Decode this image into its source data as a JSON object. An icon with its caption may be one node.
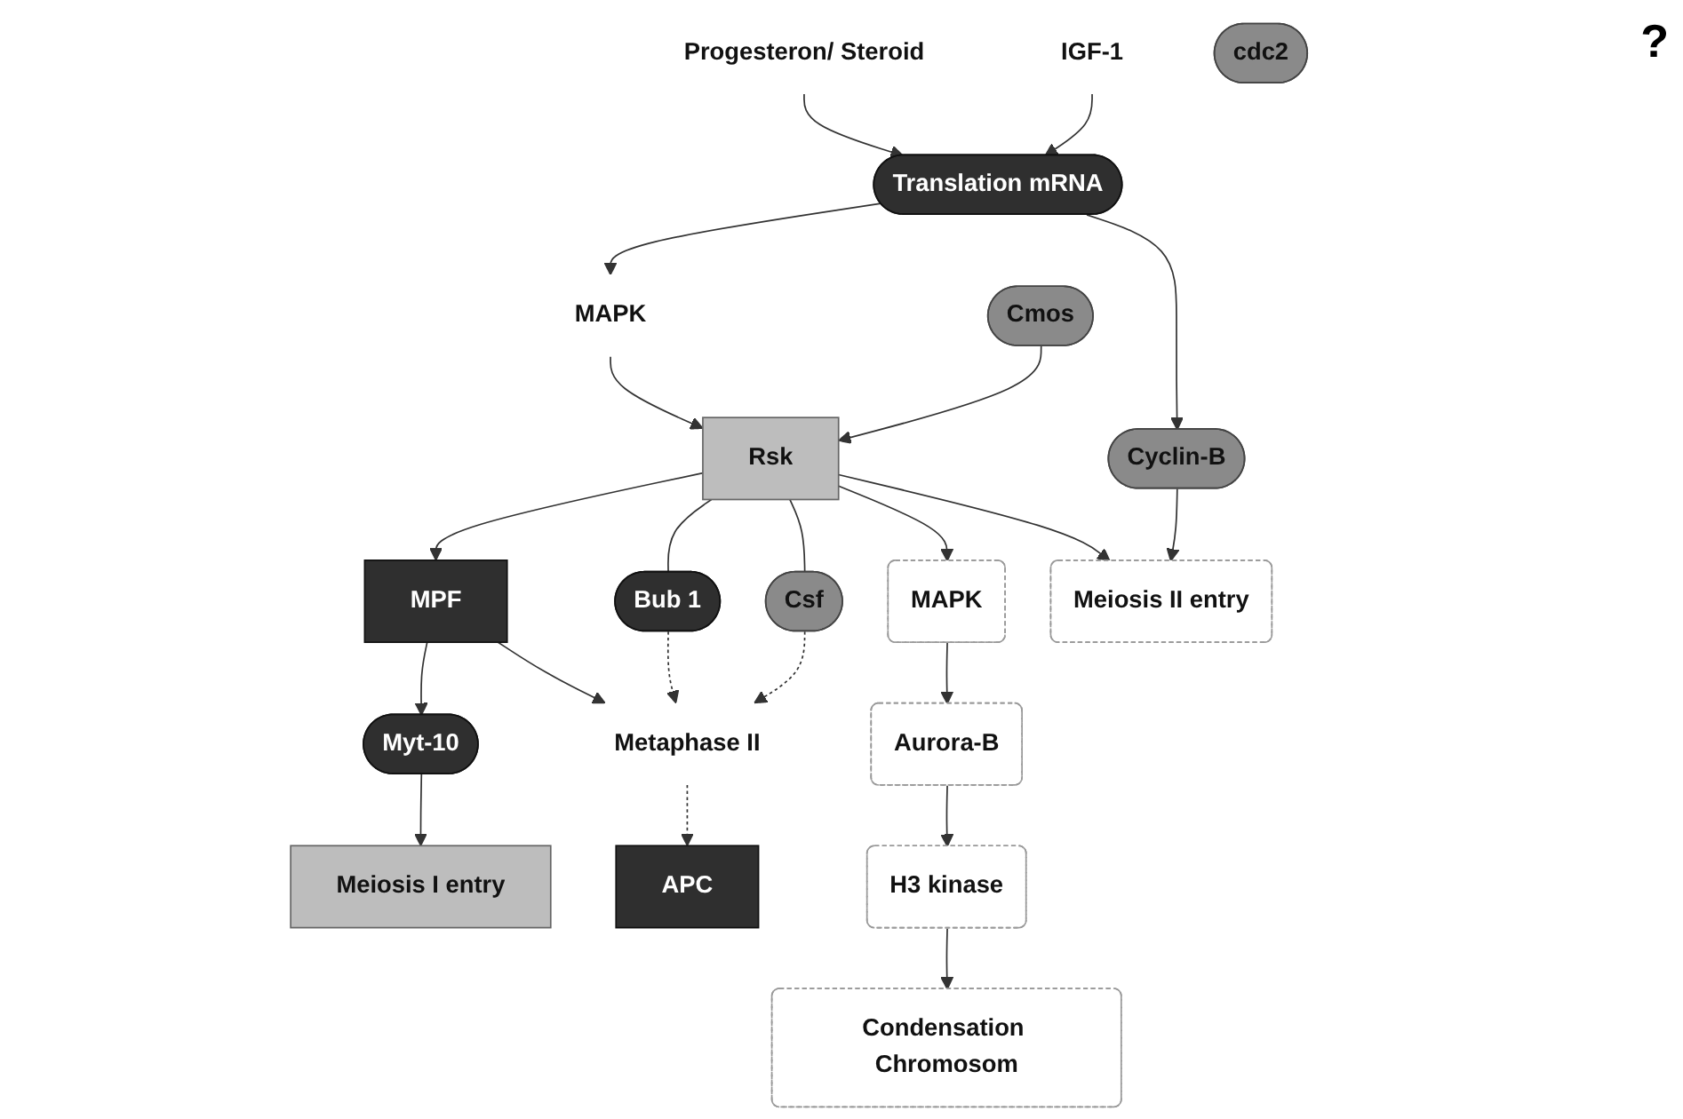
{
  "diagram": {
    "nodes": [
      {
        "text": [
          "Progesteron/ Steroid"
        ]
      },
      {
        "text": [
          "IGF-1"
        ]
      },
      {
        "text": [
          "Translation mRNA"
        ]
      },
      {
        "text": [
          "MAPK"
        ]
      },
      {
        "text": [
          "Myt-10"
        ]
      },
      {
        "text": [
          "Meiosis I entry"
        ]
      },
      {
        "text": [
          "Rsk"
        ]
      },
      {
        "text": [
          "MPF"
        ]
      },
      {
        "text": [
          "Metaphase II"
        ]
      },
      {
        "text": [
          "APC"
        ]
      },
      {
        "text": [
          "Cmos"
        ]
      },
      {
        "text": [
          "Bub 1"
        ]
      },
      {
        "text": [
          "Csf"
        ]
      },
      {
        "text": [
          "MAPK"
        ]
      },
      {
        "text": [
          "Aurora-B"
        ]
      },
      {
        "text": [
          "H3 kinase"
        ]
      },
      {
        "text": [
          "Condensation Chromosom"
        ]
      },
      {
        "text": [
          "Meiosis II entry"
        ]
      },
      {
        "text": [
          "cdc2"
        ]
      },
      {
        "text": [
          "Cyclin-B"
        ]
      }
    ],
    "edges": [
      {
        "from": 0,
        "to": 2,
        "arrow": "to"
      },
      {
        "from": 1,
        "to": 2,
        "arrow": "to"
      },
      {
        "from": 2,
        "to": 3,
        "arrow": "to"
      },
      {
        "from": 3,
        "to": 6,
        "arrow": "to"
      },
      {
        "from": 6,
        "to": 7,
        "arrow": "to"
      },
      {
        "from": 7,
        "to": 4,
        "arrow": "to"
      },
      {
        "from": 4,
        "to": 5,
        "arrow": "to"
      },
      {
        "from": 7,
        "to": 8,
        "arrow": "to"
      },
      {
        "from": 8,
        "to": 9,
        "arrow": "to",
        "style": "dashed"
      },
      {
        "from": 11,
        "to": 8,
        "arrow": "to",
        "style": "dashed"
      },
      {
        "from": 12,
        "to": 8,
        "arrow": "to",
        "style": "dashed"
      },
      {
        "from": 10,
        "to": 6,
        "arrow": "to"
      },
      {
        "from": 6,
        "to": 11,
        "arrow": "none"
      },
      {
        "from": 6,
        "to": 12,
        "arrow": "none"
      },
      {
        "from": 6,
        "to": 13,
        "arrow": "to"
      },
      {
        "from": 6,
        "to": 17,
        "arrow": "to"
      },
      {
        "from": 2,
        "to": 19,
        "arrow": "to"
      },
      {
        "from": 13,
        "to": 14,
        "arrow": "to"
      },
      {
        "from": 14,
        "to": 15,
        "arrow": "to"
      },
      {
        "from": 15,
        "to": 16,
        "arrow": "to"
      },
      {
        "from": 19,
        "to": 17,
        "arrow": "to"
      }
    ],
    "labels": [
      "?"
    ]
  }
}
